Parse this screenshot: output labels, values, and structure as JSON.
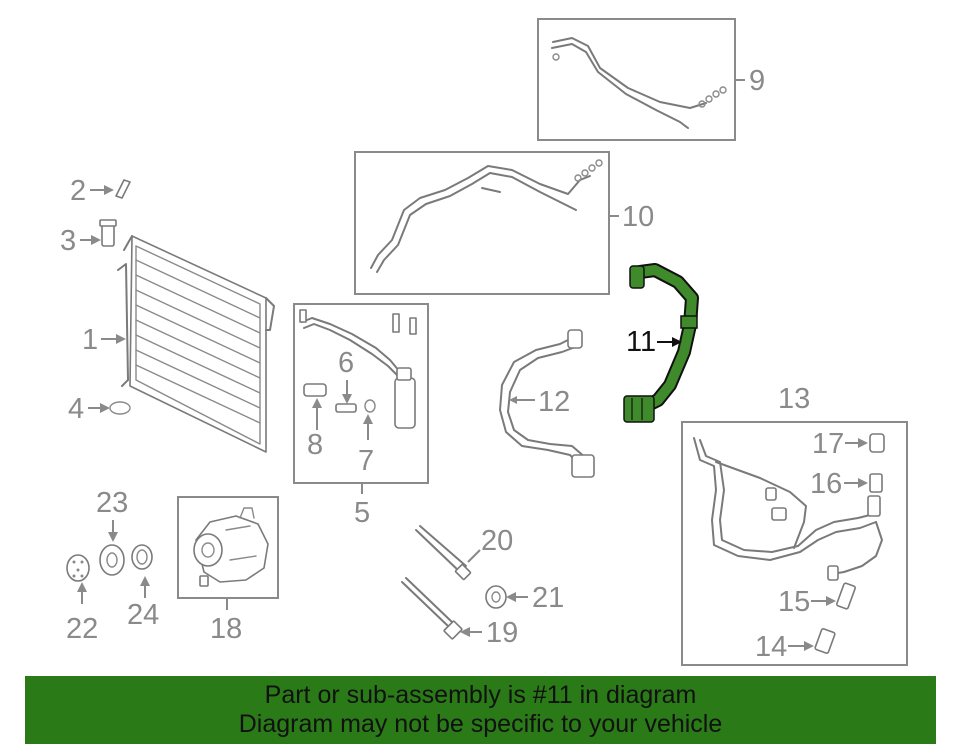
{
  "callouts": {
    "c1": "1",
    "c2": "2",
    "c3": "3",
    "c4": "4",
    "c5": "5",
    "c6": "6",
    "c7": "7",
    "c8": "8",
    "c9": "9",
    "c10": "10",
    "c11": "11",
    "c12": "12",
    "c13": "13",
    "c14": "14",
    "c15": "15",
    "c16": "16",
    "c17": "17",
    "c18": "18",
    "c19": "19",
    "c20": "20",
    "c21": "21",
    "c22": "22",
    "c23": "23",
    "c24": "24"
  },
  "highlight": {
    "part": "11",
    "color": "#3f8a2a"
  },
  "banner": {
    "line1": "Part or sub-assembly is #11 in diagram",
    "line2": "Diagram may not be specific to your vehicle",
    "background": "#2a7a18"
  }
}
